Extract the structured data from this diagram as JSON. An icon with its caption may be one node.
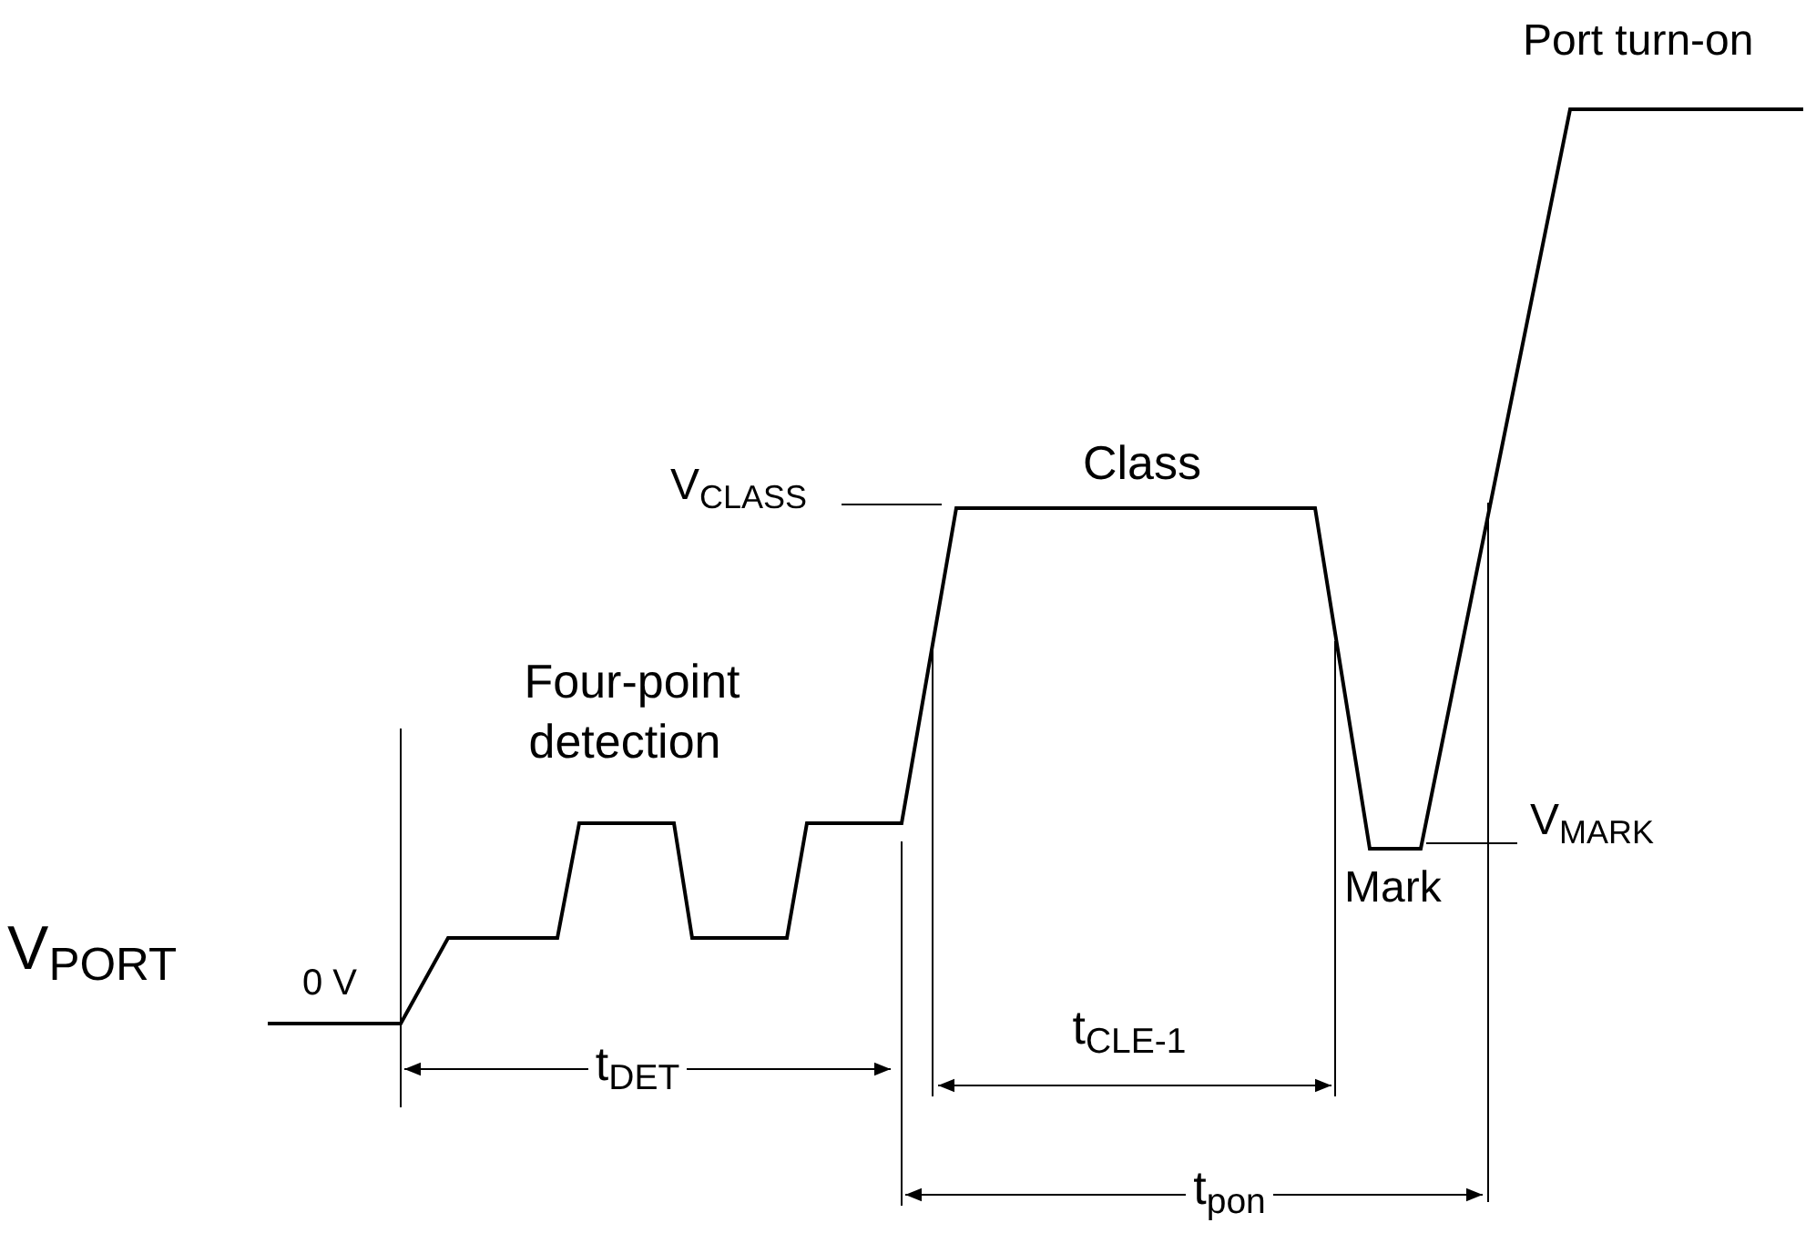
{
  "diagram": {
    "labels": [
      "Port turn-on",
      "V$_{CLASS}$",
      "Class",
      "Four-point detection",
      "V$_{MARK}$",
      "V$_{PORT}$",
      "0 V",
      "Mark",
      "t$_{DET}$",
      "t$_{CLE-1}$",
      "t$_{pon}$"
    ]
  }
}
